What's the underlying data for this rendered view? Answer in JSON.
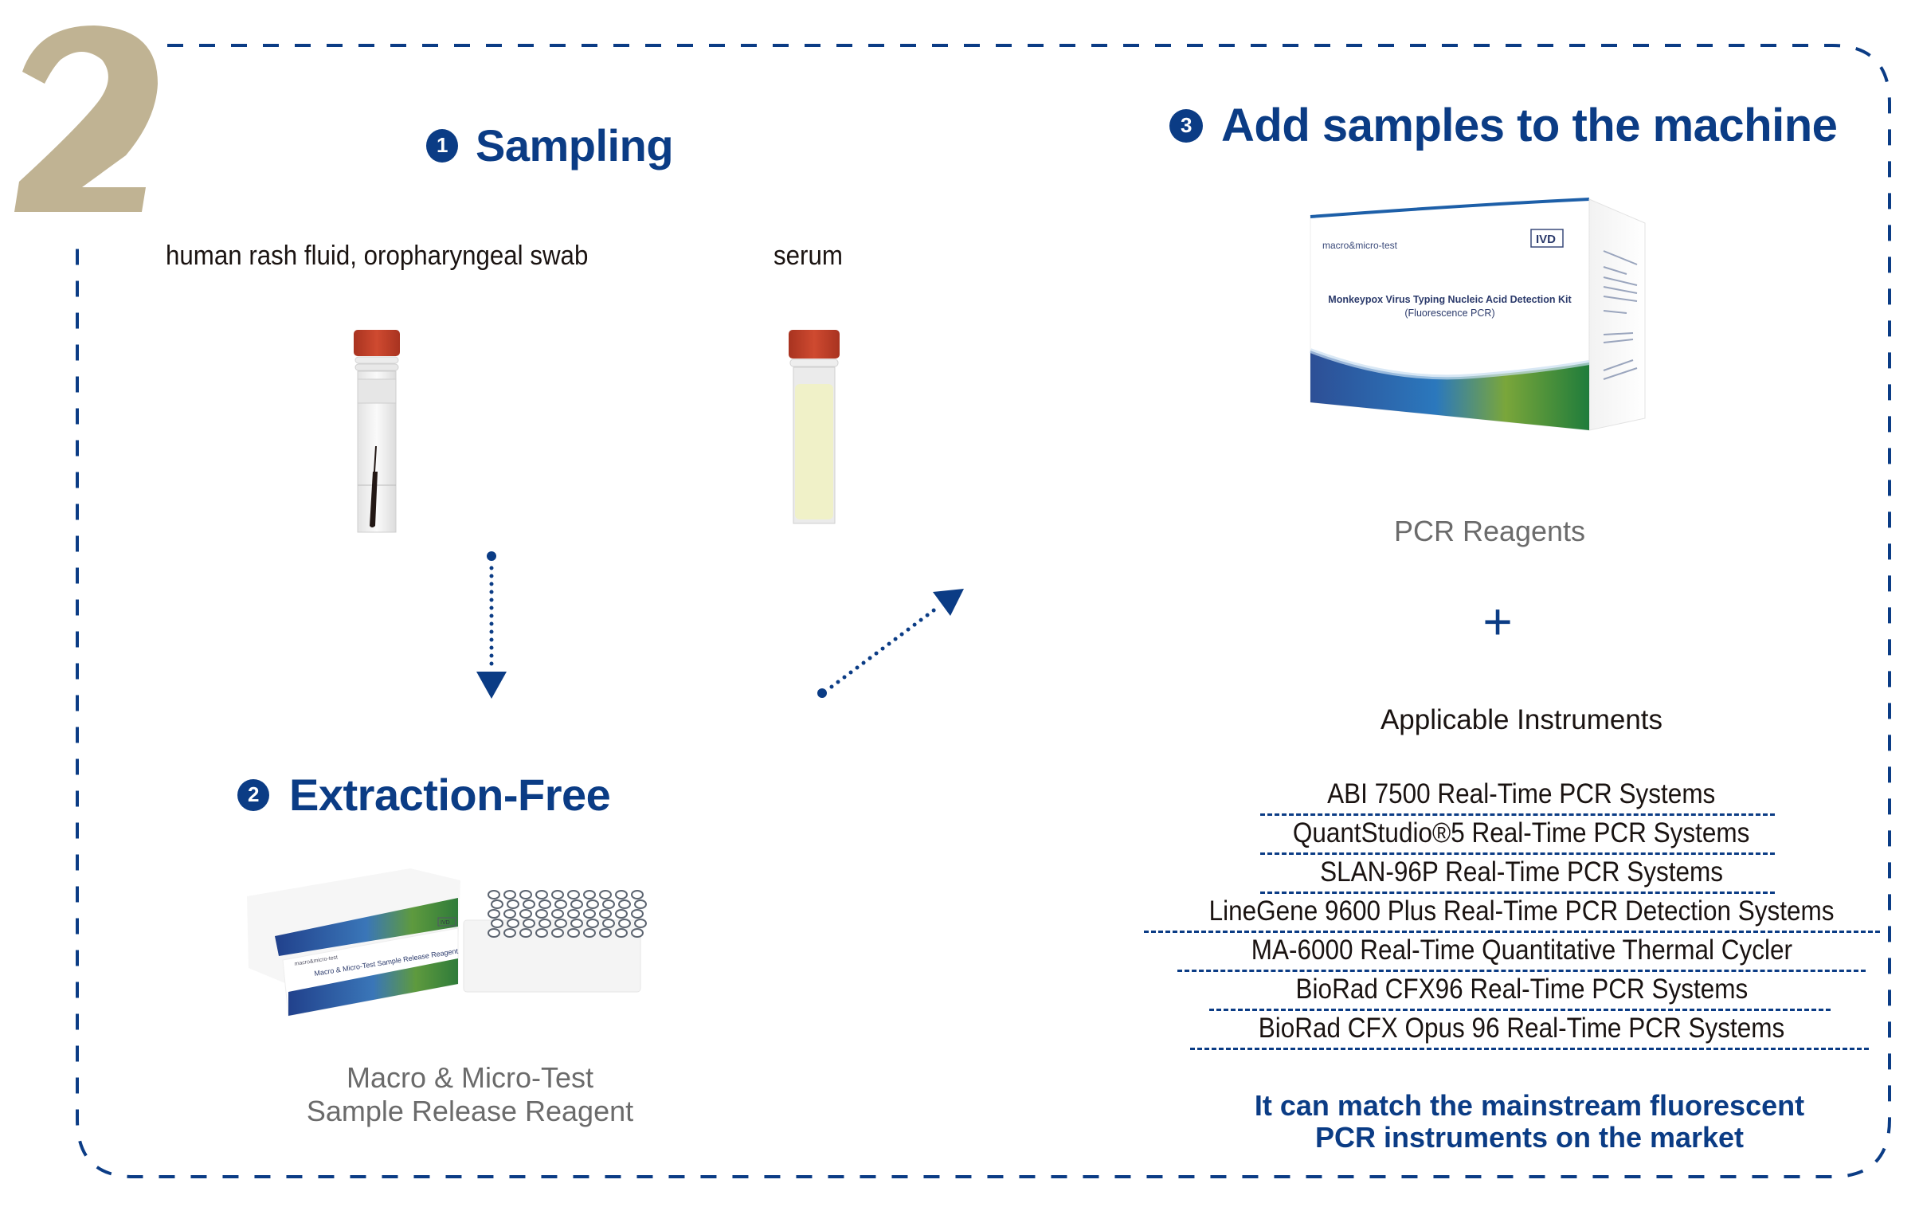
{
  "step_number": "2",
  "colors": {
    "accent": "#0b3c85",
    "step_number": "#c0b393",
    "text": "#1a1311",
    "caption": "#6b6b6b"
  },
  "steps": [
    {
      "num": "1",
      "title": "Sampling"
    },
    {
      "num": "2",
      "title": "Extraction-Free"
    },
    {
      "num": "3",
      "title": "Add samples to the machine"
    }
  ],
  "sampling": {
    "sample_types": [
      "human rash fluid, oropharyngeal swab",
      "serum"
    ]
  },
  "extraction": {
    "product_caption_line1": "Macro & Micro-Test",
    "product_caption_line2": "Sample Release Reagent",
    "box_labels": {
      "brand": "macro&micro-test",
      "product": "Macro & Micro-Test Sample Release Reagent",
      "ivd": "IVD"
    }
  },
  "machine": {
    "kit_box": {
      "brand": "macro&micro-test",
      "ivd": "IVD",
      "title_line1": "Monkeypox Virus Typing Nucleic Acid Detection Kit",
      "title_line2": "(Fluorescence PCR)"
    },
    "reagent_caption": "PCR Reagents",
    "plus_sign": "+",
    "instruments_heading": "Applicable Instruments",
    "instruments": [
      "ABI 7500 Real-Time PCR Systems",
      "QuantStudio®5 Real-Time PCR Systems",
      "SLAN-96P Real-Time PCR Systems",
      "LineGene 9600 Plus Real-Time PCR Detection Systems",
      "MA-6000 Real-Time Quantitative Thermal Cycler",
      "BioRad CFX96 Real-Time PCR Systems",
      "BioRad CFX Opus 96 Real-Time PCR Systems"
    ],
    "tagline_line1": "It can match the mainstream fluorescent",
    "tagline_line2": "PCR instruments on the market"
  }
}
